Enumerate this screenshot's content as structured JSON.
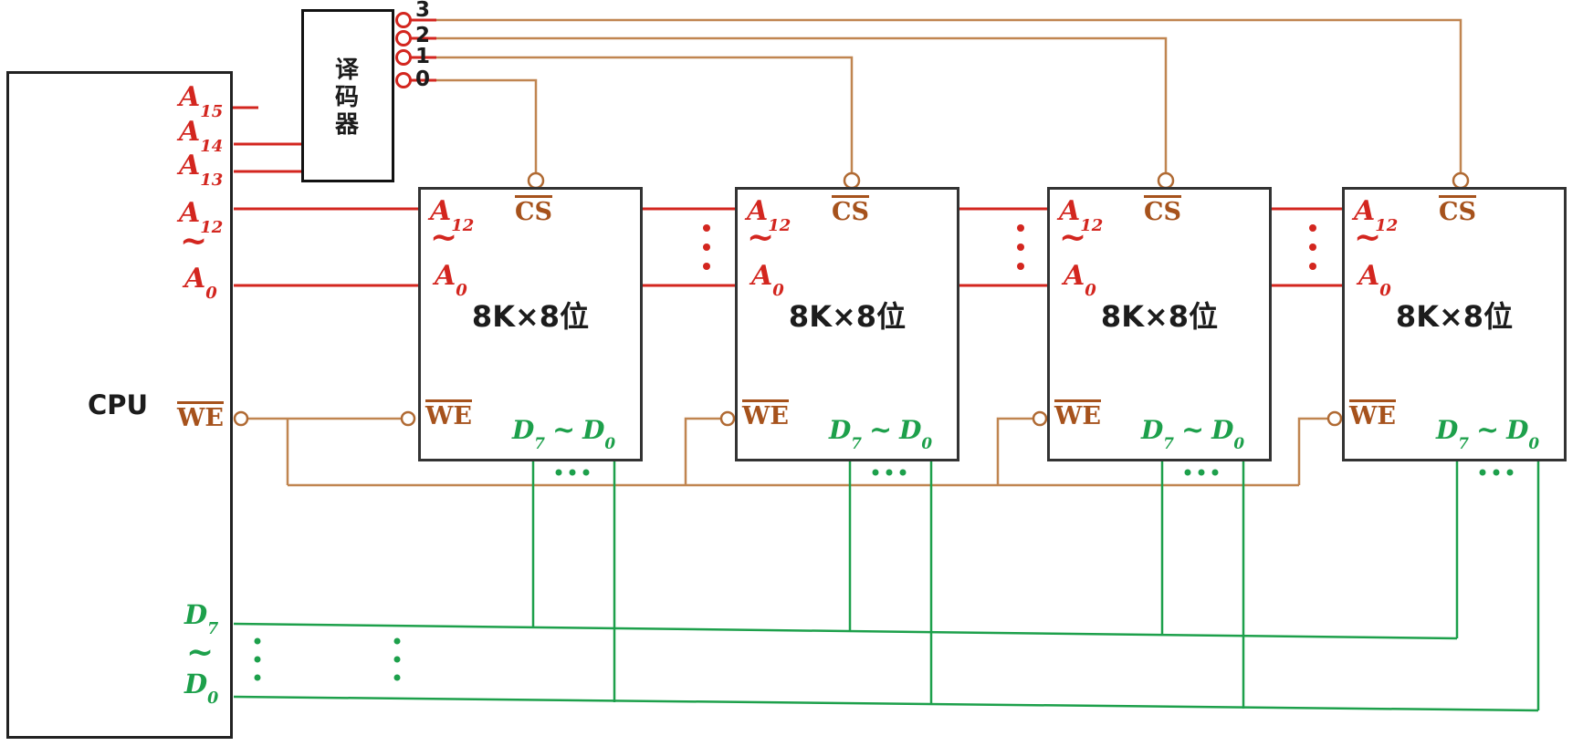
{
  "colors": {
    "address_wire_red": "#d3261f",
    "control_text_brown": "#a6521c",
    "control_wire_brown": "#c08550",
    "data_wire_green": "#1da04b",
    "box_border_black": "#222222"
  },
  "cpu": {
    "label": "CPU",
    "pin_a15": {
      "base": "A",
      "sub": "15"
    },
    "pin_a14": {
      "base": "A",
      "sub": "14"
    },
    "pin_a13": {
      "base": "A",
      "sub": "13"
    },
    "pin_a12": {
      "base": "A",
      "sub": "12"
    },
    "address_tilde": "~",
    "pin_a0": {
      "base": "A",
      "sub": "0"
    },
    "pin_we": "WE",
    "pin_d7": {
      "base": "D",
      "sub": "7"
    },
    "data_tilde": "~",
    "pin_d0": {
      "base": "D",
      "sub": "0"
    }
  },
  "decoder": {
    "label": "译码器",
    "output_labels": [
      "3",
      "2",
      "1",
      "0"
    ]
  },
  "chips": [
    {
      "cs": "CS",
      "a12": {
        "base": "A",
        "sub": "12"
      },
      "address_tilde": "~",
      "a0": {
        "base": "A",
        "sub": "0"
      },
      "capacity": "8K×8位",
      "we": "WE",
      "d7": {
        "base": "D",
        "sub": "7"
      },
      "data_tilde": "~",
      "d0": {
        "base": "D",
        "sub": "0"
      }
    },
    {
      "cs": "CS",
      "a12": {
        "base": "A",
        "sub": "12"
      },
      "address_tilde": "~",
      "a0": {
        "base": "A",
        "sub": "0"
      },
      "capacity": "8K×8位",
      "we": "WE",
      "d7": {
        "base": "D",
        "sub": "7"
      },
      "data_tilde": "~",
      "d0": {
        "base": "D",
        "sub": "0"
      }
    },
    {
      "cs": "CS",
      "a12": {
        "base": "A",
        "sub": "12"
      },
      "address_tilde": "~",
      "a0": {
        "base": "A",
        "sub": "0"
      },
      "capacity": "8K×8位",
      "we": "WE",
      "d7": {
        "base": "D",
        "sub": "7"
      },
      "data_tilde": "~",
      "d0": {
        "base": "D",
        "sub": "0"
      }
    },
    {
      "cs": "CS",
      "a12": {
        "base": "A",
        "sub": "12"
      },
      "address_tilde": "~",
      "a0": {
        "base": "A",
        "sub": "0"
      },
      "capacity": "8K×8位",
      "we": "WE",
      "d7": {
        "base": "D",
        "sub": "7"
      },
      "data_tilde": "~",
      "d0": {
        "base": "D",
        "sub": "0"
      }
    }
  ]
}
